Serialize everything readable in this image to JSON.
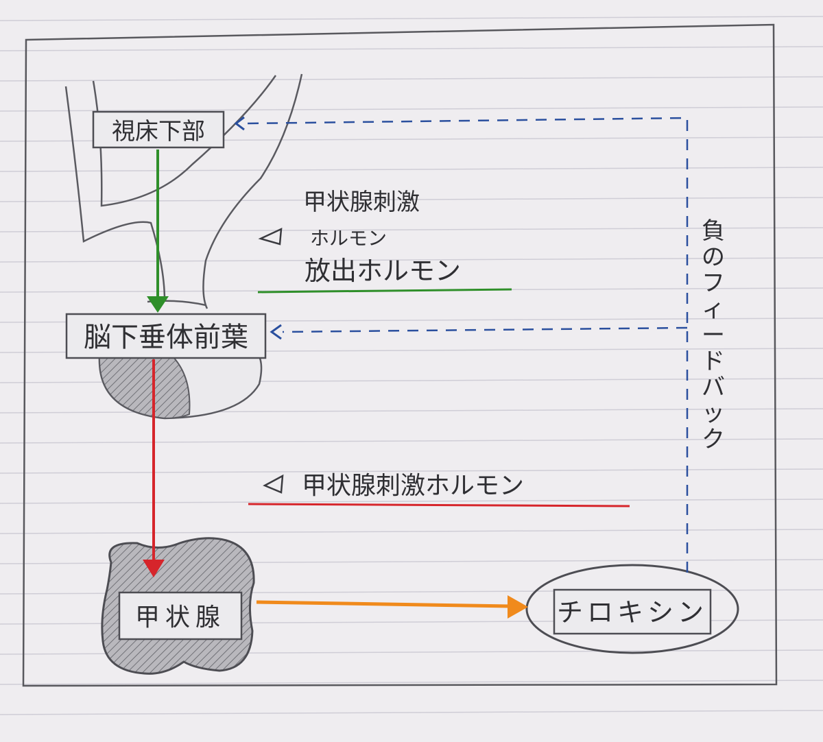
{
  "nodes": {
    "hypothalamus": "視床下部",
    "anterior_pituitary": "脳下垂体前葉",
    "thyroid": "甲状腺",
    "thyroxine": "チロキシン"
  },
  "hormones": {
    "trh_line1": "甲状腺刺激",
    "trh_line2": "ホルモン",
    "trh_line3": "放出ホルモン",
    "tsh": "甲状腺刺激ホルモン"
  },
  "feedback_label": [
    "負",
    "の",
    "フ",
    "ィ",
    "ー",
    "ド",
    "バ",
    "ッ",
    "ク"
  ],
  "colors": {
    "green": "#2f8f2a",
    "red": "#d6252b",
    "orange": "#f08a1c",
    "blue": "#2a4f9e",
    "pencil": "#545459",
    "paper": "#efedf0",
    "hatch": "#8a8a90"
  }
}
